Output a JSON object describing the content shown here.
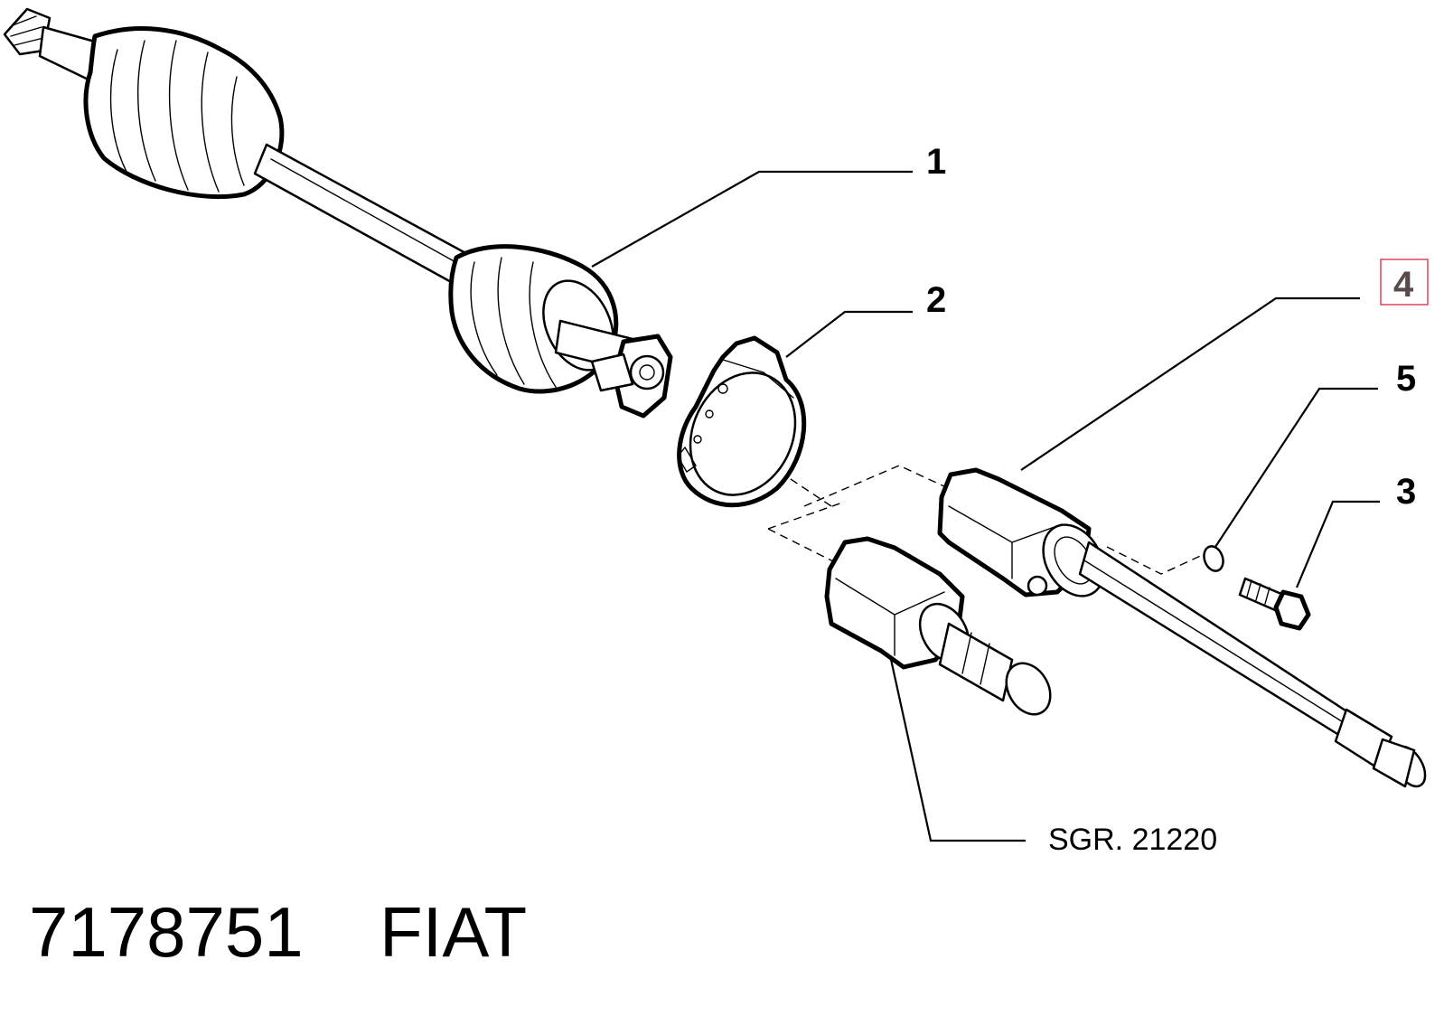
{
  "callouts": {
    "item_1": "1",
    "item_2": "2",
    "item_3": "3",
    "item_4": "4",
    "item_5": "5"
  },
  "reference": "SGR. 21220",
  "footer": {
    "part_number": "7178751",
    "brand": "FIAT"
  },
  "colors": {
    "highlight_border": "#e05060",
    "line": "#000000"
  }
}
